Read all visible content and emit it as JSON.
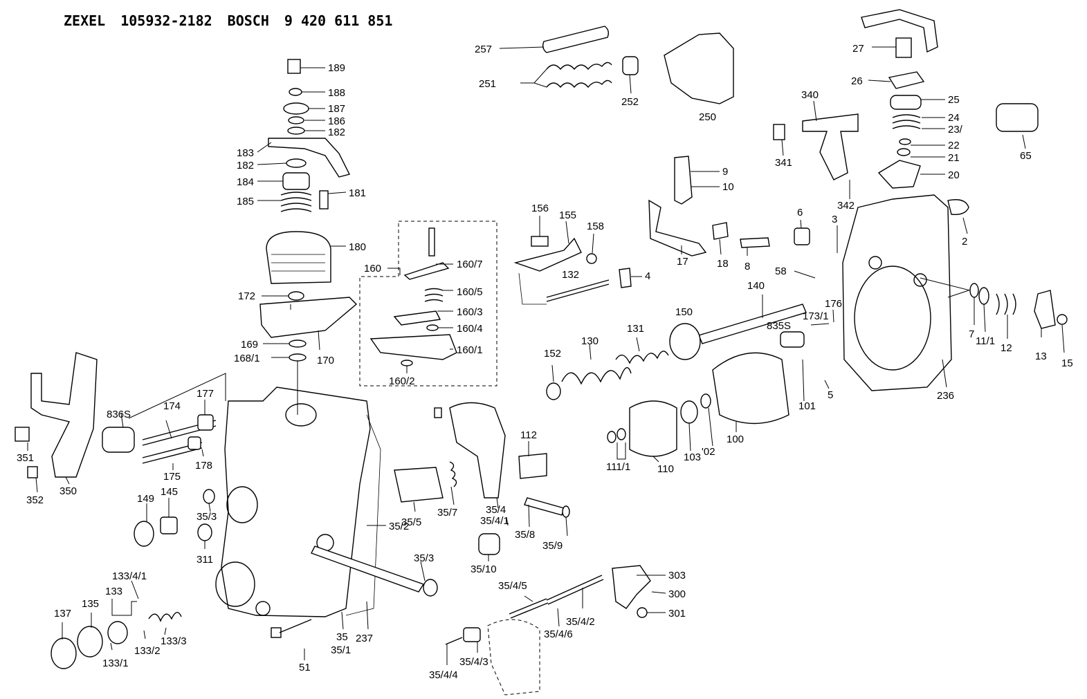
{
  "header": {
    "brand1": "ZEXEL",
    "part1": "105932-2182",
    "brand2": "BOSCH",
    "part2": "9 420 611 851"
  },
  "labels": {
    "l189": "189",
    "l188": "188",
    "l187": "187",
    "l186": "186",
    "l182a": "182",
    "l183": "183",
    "l182b": "182",
    "l184": "184",
    "l181": "181",
    "l185": "185",
    "l180": "180",
    "l172": "172",
    "l169": "169",
    "l168_1": "168/1",
    "l170": "170",
    "l160": "160",
    "l160_7": "160/7",
    "l160_5": "160/5",
    "l160_3": "160/3",
    "l160_4": "160/4",
    "l160_1": "160/1",
    "l160_2": "160/2",
    "l257": "257",
    "l251": "251",
    "l252": "252",
    "l250": "250",
    "l156": "156",
    "l155": "155",
    "l158": "158",
    "l132": "132",
    "l4": "4",
    "l9": "9",
    "l10": "10",
    "l17": "17",
    "l18": "18",
    "l8": "8",
    "l340": "340",
    "l341": "341",
    "l342": "342",
    "l6": "6",
    "l3": "3",
    "l58": "58",
    "l27": "27",
    "l26": "26",
    "l25": "25",
    "l24": "24",
    "l23": "23/",
    "l22": "22",
    "l21": "21",
    "l20": "20",
    "l65": "65",
    "l2": "2",
    "l140": "140",
    "l176": "176",
    "l173_1": "173/1",
    "l835s": "835S",
    "l150": "150",
    "l131": "131",
    "l130": "130",
    "l152": "152",
    "l7": "7",
    "l11_1": "11/1",
    "l12": "12",
    "l13": "13",
    "l15": "15",
    "l236": "236",
    "l101": "101",
    "l5": "5",
    "l100": "100",
    "l02": "'02",
    "l103": "103",
    "l110": "110",
    "l111_1": "111/1",
    "l112": "112",
    "l836s": "836S",
    "l174": "174",
    "l177": "177",
    "l175": "175",
    "l178": "178",
    "l351": "351",
    "l352": "352",
    "l350": "350",
    "l149": "149",
    "l145": "145",
    "l35_3a": "35/3",
    "l311": "311",
    "l35_5": "35/5",
    "l35_7": "35/7",
    "l35_4": "35/4",
    "l35_4_1": "35/4/1",
    "l35_8": "35/8",
    "l35_9": "35/9",
    "l35_2": "35/2",
    "l35_3b": "35/3",
    "l35_10": "35/10",
    "l303": "303",
    "l300": "300",
    "l301": "301",
    "l35_4_5": "35/4/5",
    "l35_4_2": "35/4/2",
    "l35_4_6": "35/4/6",
    "l35_4_3": "35/4/3",
    "l35_4_4": "35/4/4",
    "l133_4_1": "133/4/1",
    "l133": "133",
    "l137": "137",
    "l135": "135",
    "l133_1": "133/1",
    "l133_2": "133/2",
    "l133_3": "133/3",
    "l51": "51",
    "l35": "35",
    "l35_1": "35/1",
    "l237": "237"
  }
}
